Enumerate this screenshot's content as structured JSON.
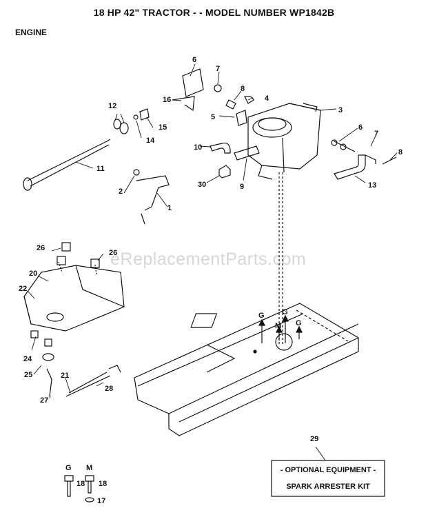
{
  "header": {
    "title": "18 HP 42\" TRACTOR - - MODEL NUMBER WP1842B",
    "section": "ENGINE"
  },
  "watermark": "eReplacementParts.com",
  "callouts": [
    {
      "id": "c1",
      "text": "1"
    },
    {
      "id": "c2",
      "text": "2"
    },
    {
      "id": "c3",
      "text": "3"
    },
    {
      "id": "c4",
      "text": "4"
    },
    {
      "id": "c5",
      "text": "5"
    },
    {
      "id": "c6a",
      "text": "6"
    },
    {
      "id": "c6b",
      "text": "6"
    },
    {
      "id": "c7a",
      "text": "7"
    },
    {
      "id": "c7b",
      "text": "7"
    },
    {
      "id": "c8a",
      "text": "8"
    },
    {
      "id": "c8b",
      "text": "8"
    },
    {
      "id": "c9",
      "text": "9"
    },
    {
      "id": "c10",
      "text": "10"
    },
    {
      "id": "c11",
      "text": "11"
    },
    {
      "id": "c12",
      "text": "12"
    },
    {
      "id": "c13",
      "text": "13"
    },
    {
      "id": "c14",
      "text": "14"
    },
    {
      "id": "c15",
      "text": "15"
    },
    {
      "id": "c16",
      "text": "16"
    },
    {
      "id": "c17",
      "text": "17"
    },
    {
      "id": "c18a",
      "text": "18"
    },
    {
      "id": "c18b",
      "text": "18"
    },
    {
      "id": "c20",
      "text": "20"
    },
    {
      "id": "c21",
      "text": "21"
    },
    {
      "id": "c22",
      "text": "22"
    },
    {
      "id": "c24",
      "text": "24"
    },
    {
      "id": "c25",
      "text": "25"
    },
    {
      "id": "c26a",
      "text": "26"
    },
    {
      "id": "c26b",
      "text": "26"
    },
    {
      "id": "c27",
      "text": "27"
    },
    {
      "id": "c28",
      "text": "28"
    },
    {
      "id": "c29",
      "text": "29"
    },
    {
      "id": "c30",
      "text": "30"
    }
  ],
  "frame_marks": {
    "g1": "G",
    "g2": "G",
    "g3": "G",
    "m1": "M",
    "g_bolt": "G",
    "m_bolt": "M"
  },
  "optional_box": {
    "line1": "- OPTIONAL EQUIPMENT -",
    "line2": "SPARK ARRESTER KIT"
  }
}
